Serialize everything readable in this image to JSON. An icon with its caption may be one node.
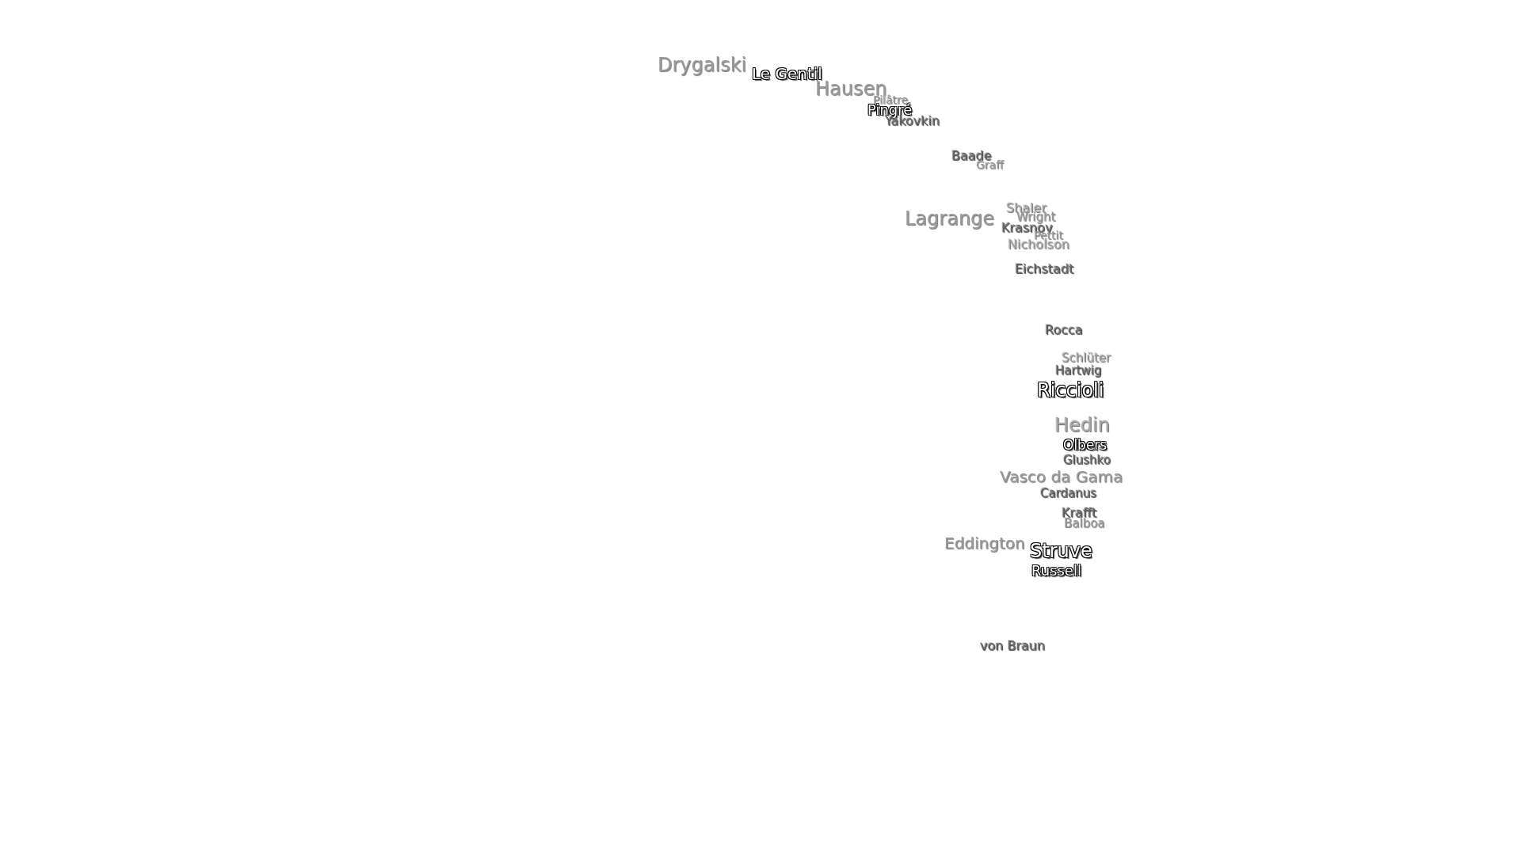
{
  "diagram": {
    "labels": [
      "Drygalski",
      "Le Gentil",
      "Hausen",
      "Pilâtre",
      "Pingré",
      "Yakovkin",
      "Baade",
      "Graff",
      "Shaler",
      "Wright",
      "Lagrange",
      "Krasnov",
      "Pettit",
      "Nicholson",
      "Eichstadt",
      "Rocca",
      "Schlüter",
      "Hartwig",
      "Riccioli",
      "Hedin",
      "Olbers",
      "Glushko",
      "Vasco da Gama",
      "Cardanus",
      "Krafft",
      "Balboa",
      "Eddington",
      "Struve",
      "Russell",
      "von Braun"
    ]
  }
}
